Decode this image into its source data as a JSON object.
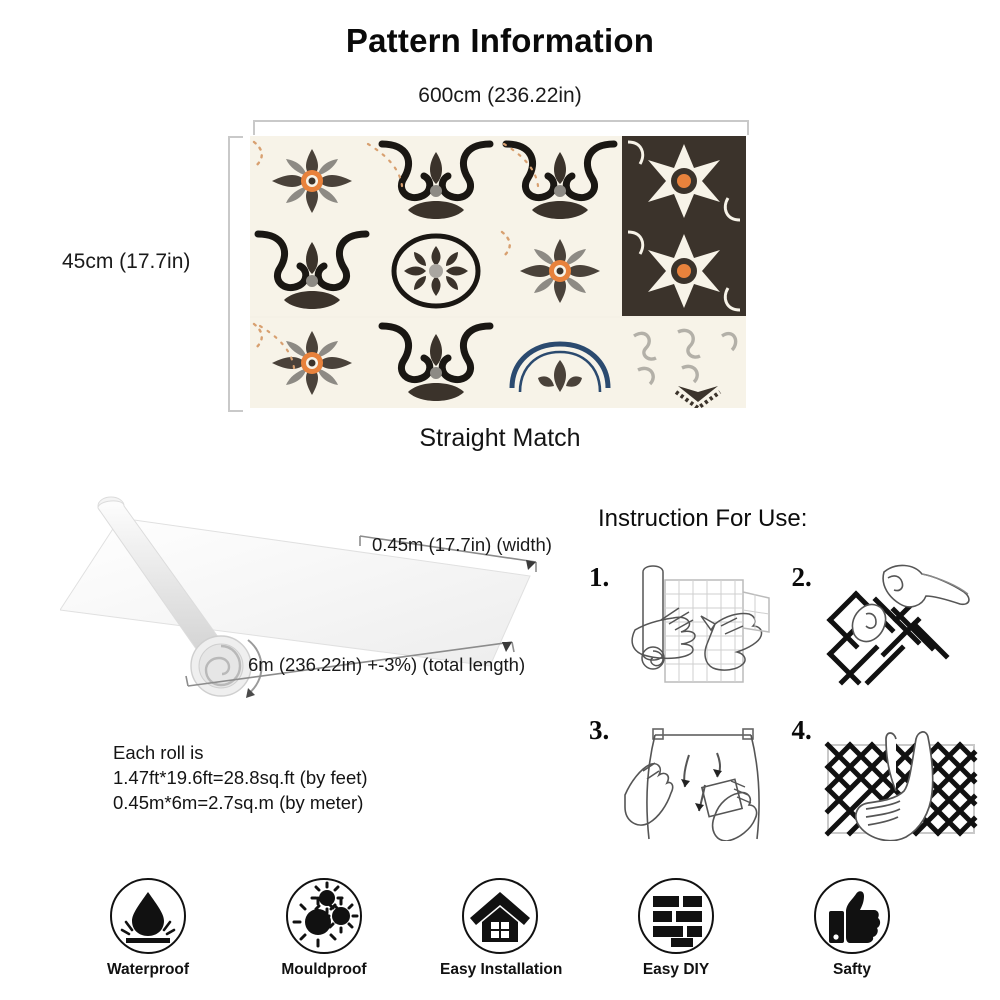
{
  "header": {
    "title": "Pattern Information",
    "width_label": "600cm (236.22in)",
    "height_label": "45cm (17.7in)",
    "match_label": "Straight Match"
  },
  "pattern": {
    "name": "moroccan-tile-pattern",
    "colors": {
      "cream": "#f7f3e8",
      "dark_brown": "#3b332b",
      "black": "#1a1713",
      "gray": "#8d8a84",
      "light_gray": "#c6c3bb",
      "orange": "#e8823c",
      "blue": "#2b4a6f"
    }
  },
  "roll": {
    "width_label": "0.45m (17.7in) (width)",
    "length_label": "6m (236.22in) +-3%) (total length)",
    "each_roll": [
      "Each roll is",
      "1.47ft*19.6ft=28.8sq.ft (by feet)",
      "0.45m*6m=2.7sq.m (by meter)"
    ]
  },
  "instructions": {
    "title": "Instruction For Use:",
    "steps": [
      {
        "number": "1.",
        "icon": "measure-and-cut-roll-icon"
      },
      {
        "number": "2.",
        "icon": "peel-backing-icon"
      },
      {
        "number": "3.",
        "icon": "smooth-with-squeegee-icon"
      },
      {
        "number": "4.",
        "icon": "press-tile-to-wall-icon"
      }
    ]
  },
  "features": [
    {
      "label": "Waterproof",
      "icon": "water-drop-icon"
    },
    {
      "label": "Mouldproof",
      "icon": "mould-spore-icon"
    },
    {
      "label": "Easy Installation",
      "icon": "house-icon"
    },
    {
      "label": "Easy DIY",
      "icon": "brick-wall-icon"
    },
    {
      "label": "Safty",
      "icon": "thumbs-up-icon"
    }
  ]
}
